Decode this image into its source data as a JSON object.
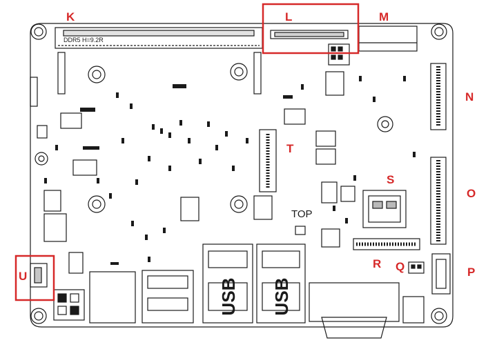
{
  "diagram": {
    "callout_color": "#d62828",
    "line_color": "#1a1a1a",
    "callouts": {
      "K": "K",
      "L": "L",
      "M": "M",
      "N": "N",
      "O": "O",
      "P": "P",
      "Q": "Q",
      "R": "R",
      "S": "S",
      "T": "T",
      "U": "U"
    },
    "silkscreen": {
      "dimm_label": "DDR5 H=9.2R",
      "top_label": "TOP"
    }
  }
}
